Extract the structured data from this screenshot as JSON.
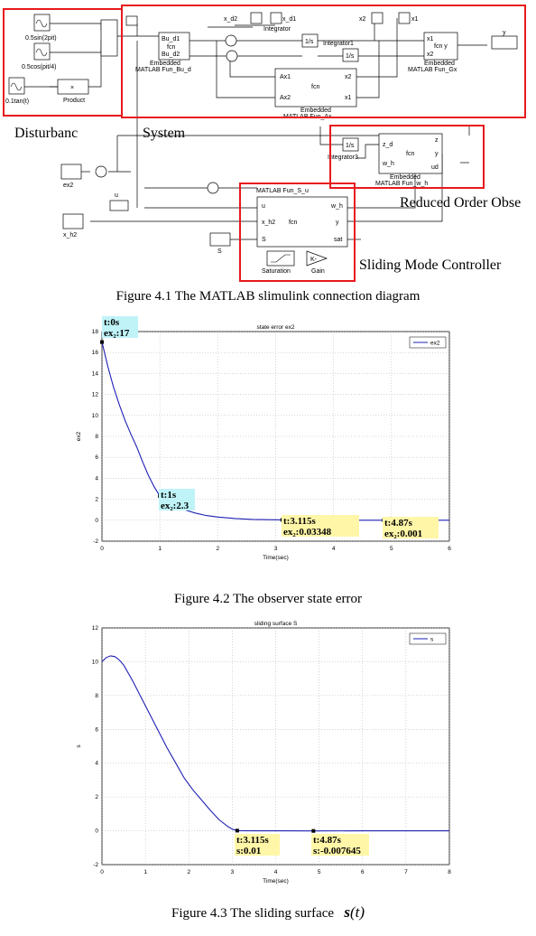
{
  "diagram": {
    "region_labels": {
      "disturbance": "Disturbanc",
      "system": "System",
      "observer": "Reduced Order Obse",
      "controller": "Sliding Mode Controller"
    },
    "blocks": {
      "sin_source": "0.5sin(2pit)",
      "cos_source": "0.5cos(pit/4)",
      "tan_source": "0.1tan(t)",
      "product": "Product",
      "product_symbol": "×",
      "emb_bud_top": "Bu_d1",
      "emb_bud_mid": "fcn",
      "emb_bud_bot": "Bu_d2",
      "emb_bud_name": "Embedded\nMATLAB Fun_Bu_d",
      "scope_xd2": "x_d2",
      "scope_xd1": "x_d1",
      "integrator": "Integrator",
      "integrator1": "Integrator1",
      "integrator_sym": "1/s",
      "scope_x2": "x2",
      "scope_x1": "x1",
      "scope_y": "y",
      "emb_gx_in1": "x1",
      "emb_gx_mid": "fcn  y",
      "emb_gx_in2": "x2",
      "emb_gx_name": "Embedded\nMATLAB Fun_Gx",
      "emb_ax_in1": "Ax1",
      "emb_ax_mid": "fcn",
      "emb_ax_in2": "Ax2",
      "emb_ax_out1": "x2",
      "emb_ax_out2": "x1",
      "emb_ax_name": "Embedded\nMATLAB Fun_Ax",
      "integrator3": "Integrator3",
      "emb_wh_z": "z",
      "emb_wh_zd": "z_d",
      "emb_wh_mid": "fcn",
      "emb_wh_y": "y",
      "emb_wh_wh": "w_h",
      "emb_wh_ud": "ud",
      "emb_wh_name": "Embedded\nMATLAB Fun_w_h",
      "scope_ex2": "ex2",
      "scope_u": "u",
      "scope_xh2": "x_h2",
      "scope_s": "S",
      "smc_title": "MATLAB Fun_S_u",
      "smc_u": "u",
      "smc_wh": "w_h",
      "smc_xh2": "x_h2",
      "smc_fcn": "fcn",
      "smc_y": "y",
      "smc_s": "S",
      "smc_sat": "sat",
      "saturation": "Saturation",
      "gain": "Gain",
      "gain_sym": "K-"
    }
  },
  "captions": {
    "fig41": "Figure 4.1 The MATLAB slimulink connection diagram",
    "fig42": "Figure 4.2 The observer state error",
    "fig43_prefix": "Figure 4.3 The sliding surface",
    "fig43_symbol": "s",
    "fig43_arg": "(t)"
  },
  "chart_data": [
    {
      "type": "line",
      "title": "state error ex2",
      "xlabel": "Time(sec)",
      "ylabel": "ex2",
      "xlim": [
        0,
        6
      ],
      "ylim": [
        -2,
        18
      ],
      "xticks": [
        "0",
        "1",
        "2",
        "3",
        "4",
        "5",
        "6"
      ],
      "yticks": [
        "-2",
        "0",
        "2",
        "4",
        "6",
        "8",
        "10",
        "12",
        "14",
        "16",
        "18"
      ],
      "grid": true,
      "legend_position": "top-right",
      "series": [
        {
          "name": "ex2",
          "color": "#1f1fb4",
          "x": [
            0,
            0.1,
            0.2,
            0.3,
            0.4,
            0.5,
            0.6,
            0.7,
            0.8,
            0.9,
            1.0,
            1.2,
            1.4,
            1.6,
            1.8,
            2.0,
            2.3,
            2.6,
            3.0,
            3.115,
            3.5,
            4.0,
            4.5,
            4.87,
            5.5,
            6.0
          ],
          "y": [
            17,
            14.7,
            12.7,
            11.0,
            9.5,
            8.2,
            7.0,
            5.6,
            4.3,
            3.2,
            2.3,
            1.55,
            1.05,
            0.7,
            0.45,
            0.3,
            0.16,
            0.08,
            0.04,
            0.03348,
            0.015,
            0.006,
            0.002,
            0.001,
            0.0,
            0.0
          ]
        }
      ],
      "annotations": [
        {
          "t": "t:0s",
          "v": "ex₂:17",
          "x": 0,
          "y": 17,
          "style": "cyan"
        },
        {
          "t": "t:1s",
          "v": "ex₂:2.3",
          "x": 1,
          "y": 2.3,
          "style": "cyan"
        },
        {
          "t": "t:3.115s",
          "v": "ex₂:0.03348",
          "x": 3.115,
          "y": 0.03348,
          "style": "yellow"
        },
        {
          "t": "t:4.87s",
          "v": "ex₂:0.001",
          "x": 4.87,
          "y": 0.001,
          "style": "yellow"
        }
      ]
    },
    {
      "type": "line",
      "title": "sliding surface S",
      "xlabel": "Time(sec)",
      "ylabel": "s",
      "xlim": [
        0,
        8
      ],
      "ylim": [
        -2,
        12
      ],
      "xticks": [
        "0",
        "1",
        "2",
        "3",
        "4",
        "5",
        "6",
        "7",
        "8"
      ],
      "yticks": [
        "-2",
        "0",
        "2",
        "4",
        "6",
        "8",
        "10",
        "12"
      ],
      "grid": true,
      "legend_position": "top-right",
      "series": [
        {
          "name": "s",
          "color": "#1f1fb4",
          "x": [
            0,
            0.1,
            0.2,
            0.3,
            0.4,
            0.5,
            0.7,
            0.9,
            1.1,
            1.3,
            1.5,
            1.7,
            1.9,
            2.1,
            2.3,
            2.5,
            2.7,
            2.9,
            3.0,
            3.115,
            3.5,
            4.0,
            4.87,
            6.0,
            7.0,
            8.0
          ],
          "y": [
            10.0,
            10.25,
            10.35,
            10.3,
            10.1,
            9.8,
            8.9,
            7.9,
            6.9,
            5.9,
            4.9,
            4.0,
            3.1,
            2.4,
            1.8,
            1.2,
            0.65,
            0.25,
            0.1,
            0.01,
            0.0,
            0.0,
            -0.007645,
            0.0,
            0.0,
            0.0
          ]
        }
      ],
      "annotations": [
        {
          "t": "t:3.115s",
          "v": "s:0.01",
          "x": 3.115,
          "y": 0.01,
          "style": "yellow"
        },
        {
          "t": "t:4.87s",
          "v": "s:-0.007645",
          "x": 4.87,
          "y": -0.007645,
          "style": "yellow"
        }
      ]
    }
  ]
}
